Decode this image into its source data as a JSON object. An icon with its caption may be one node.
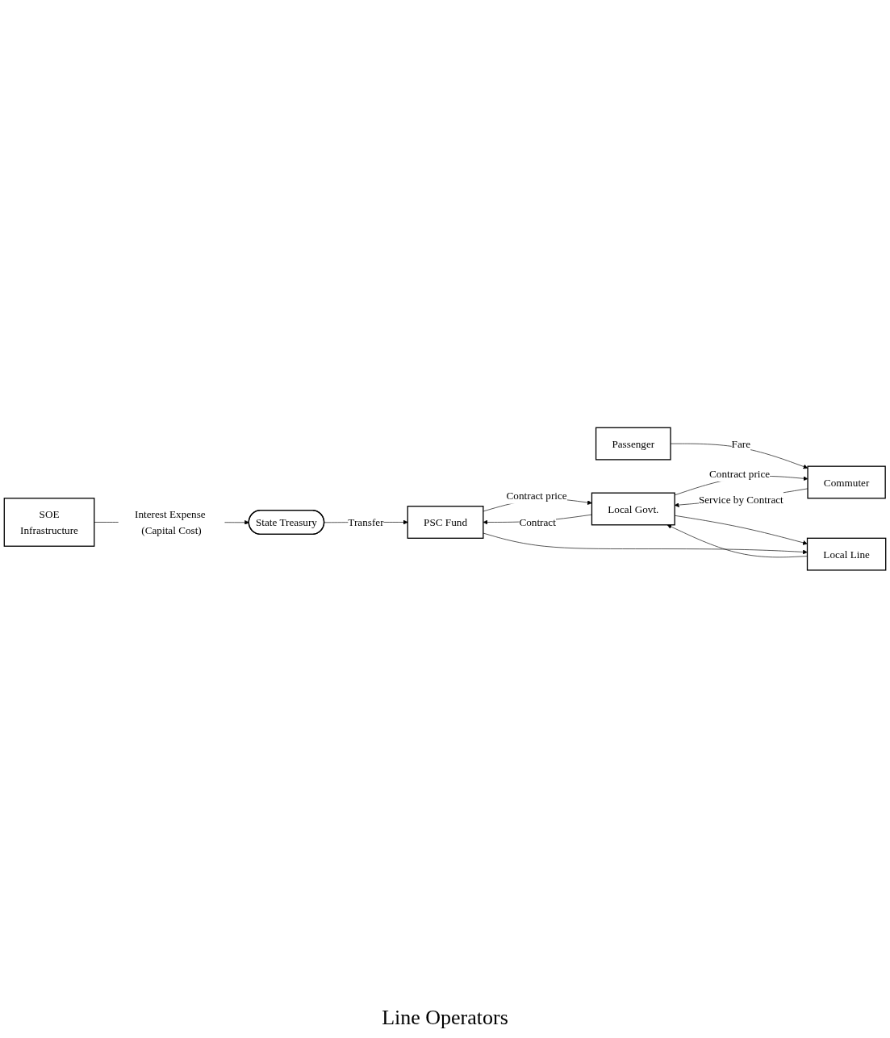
{
  "diagram": {
    "nodes": [
      {
        "text": [
          "State Treasury"
        ]
      },
      {
        "text": [
          "SOE",
          "Infrastructure"
        ]
      },
      {
        "text": [
          "Passenger"
        ]
      },
      {
        "text": [
          "PSC Fund"
        ]
      },
      {
        "text": [
          "Local Govt."
        ]
      },
      {
        "text": [
          "Commuter"
        ]
      },
      {
        "text": [
          "Local Line"
        ]
      }
    ],
    "edges": [
      {
        "from": 1,
        "to": 0,
        "arrow": "to",
        "label": "Interest Expense (Capital Cost)"
      },
      {
        "from": 0,
        "to": 3,
        "arrow": "to",
        "label": "Transfer"
      },
      {
        "from": 2,
        "to": 5,
        "arrow": "to",
        "label": "Fare"
      },
      {
        "from": 4,
        "to": 3,
        "arrow": "to",
        "label": "Contract"
      },
      {
        "from": 3,
        "to": 4,
        "arrow": "to",
        "label": "Contract price"
      },
      {
        "from": 5,
        "to": 4,
        "arrow": "to",
        "label": "Service by Contract"
      },
      {
        "from": 6,
        "to": 4,
        "arrow": "to"
      },
      {
        "from": 4,
        "to": 5,
        "arrow": "to",
        "label": "Contract price"
      },
      {
        "from": 4,
        "to": 6,
        "arrow": "to"
      },
      {
        "from": 3,
        "to": 6,
        "arrow": "to"
      }
    ],
    "labels": [
      "Line Operators"
    ]
  }
}
